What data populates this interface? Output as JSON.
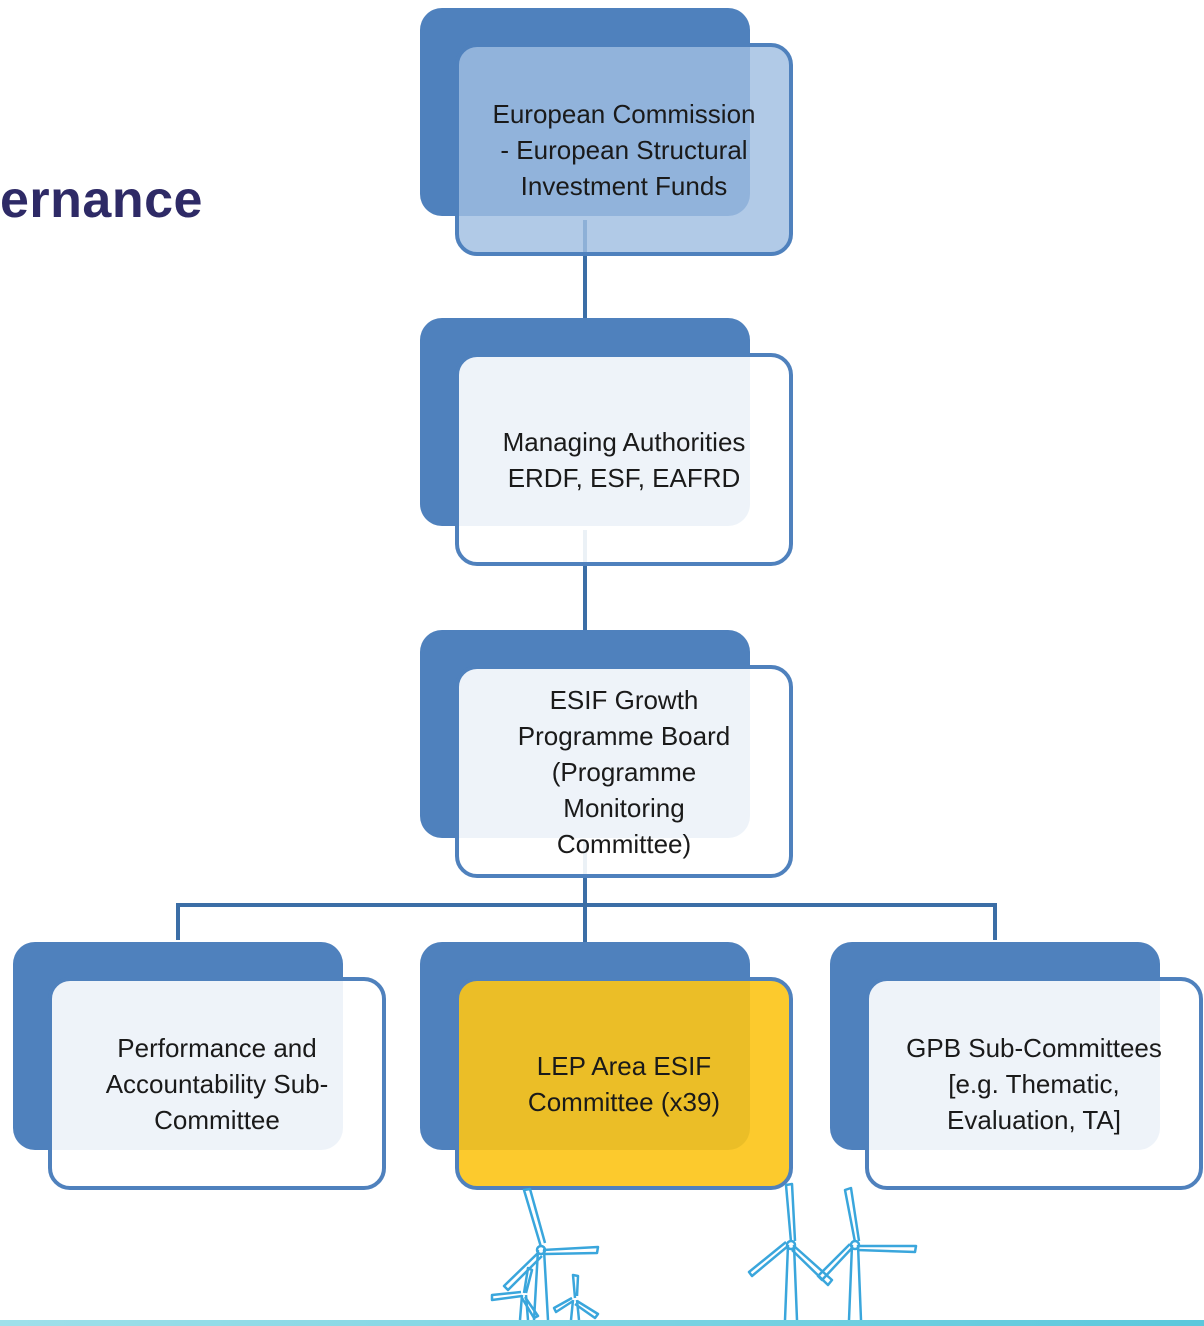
{
  "heading": "ernance",
  "nodes": {
    "ec": "European Commission\n- European Structural\nInvestment Funds",
    "ma": "Managing Authorities\nERDF, ESF, EAFRD",
    "gpb": "ESIF Growth\nProgramme Board\n(Programme\nMonitoring\nCommittee)",
    "pa": "Performance and\nAccountability Sub-\nCommittee",
    "lep": "LEP Area ESIF\nCommittee (x39)",
    "sub": "GPB Sub-Committees\n[e.g. Thematic,\nEvaluation, TA]"
  },
  "colors": {
    "box_back": "#4f81bd",
    "box_border": "#4f81bd",
    "highlight": "#fcc416",
    "heading": "#2e2a66",
    "turbine": "#3aa6dc"
  },
  "icons": [
    "wind-turbine-icon"
  ]
}
